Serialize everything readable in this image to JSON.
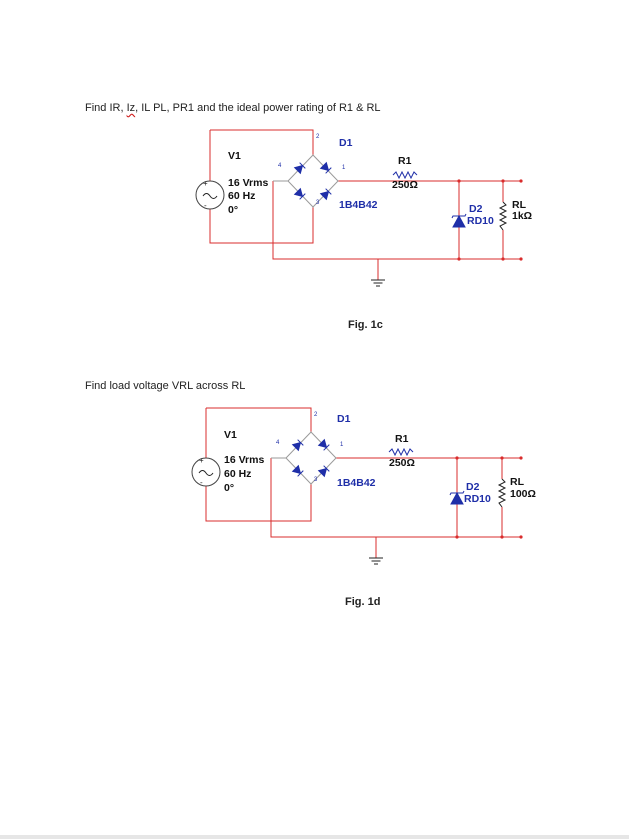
{
  "question1": {
    "prefix": "Find IR, ",
    "iz": "Iz",
    "rest": ", IL PL, PR1 and the ideal power rating of R1 & RL"
  },
  "question2": "Find load voltage VRL across RL",
  "fig1": {
    "caption": "Fig. 1c",
    "source_name": "V1",
    "source_vrms": "16 Vrms",
    "source_freq": "60 Hz",
    "source_phase": "0°",
    "bridge_name": "D1",
    "bridge_part": "1B4B42",
    "r1_name": "R1",
    "r1_value": "250Ω",
    "zener_name": "D2",
    "zener_part": "RD10",
    "load_name": "RL",
    "load_value": "1kΩ",
    "pins": [
      "2",
      "4",
      "1",
      "3"
    ]
  },
  "fig2": {
    "caption": "Fig. 1d",
    "source_name": "V1",
    "source_vrms": "16 Vrms",
    "source_freq": "60 Hz",
    "source_phase": "0°",
    "bridge_name": "D1",
    "bridge_part": "1B4B42",
    "r1_name": "R1",
    "r1_value": "250Ω",
    "zener_name": "D2",
    "zener_part": "RD10",
    "load_name": "RL",
    "load_value": "100Ω",
    "pins": [
      "2",
      "4",
      "1",
      "3"
    ]
  },
  "colors": {
    "wire": "#d92c2c",
    "component": "#1f2fa8",
    "gray_wire": "#9a9a9a",
    "text": "#111111"
  }
}
